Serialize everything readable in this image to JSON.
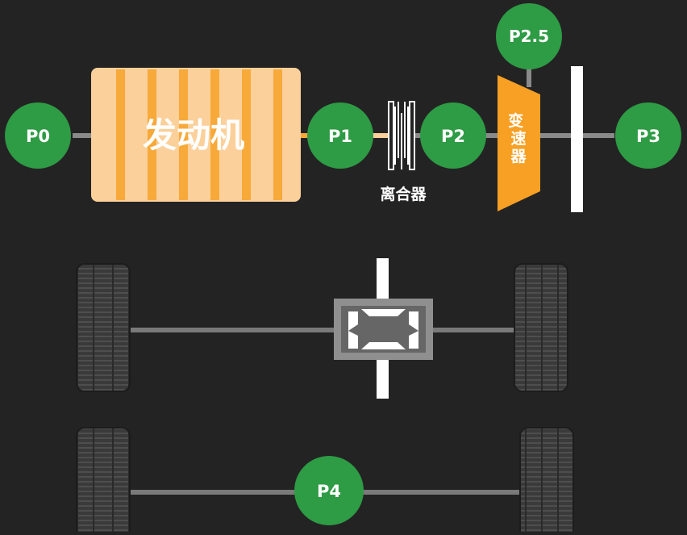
{
  "nodes": {
    "p0": "P0",
    "p1": "P1",
    "p2": "P2",
    "p25": "P2.5",
    "p3": "P3",
    "p4": "P4"
  },
  "labels": {
    "engine": "发动机",
    "clutch": "离合器",
    "transmission": "变速器"
  },
  "colors": {
    "background": "#232323",
    "node_green": "#2e9b45",
    "engine_fill": "#fbd09a",
    "engine_stripe": "#f7a93a",
    "transmission": "#f7a024",
    "shaft": "#7a7a7a",
    "white": "#ffffff"
  }
}
